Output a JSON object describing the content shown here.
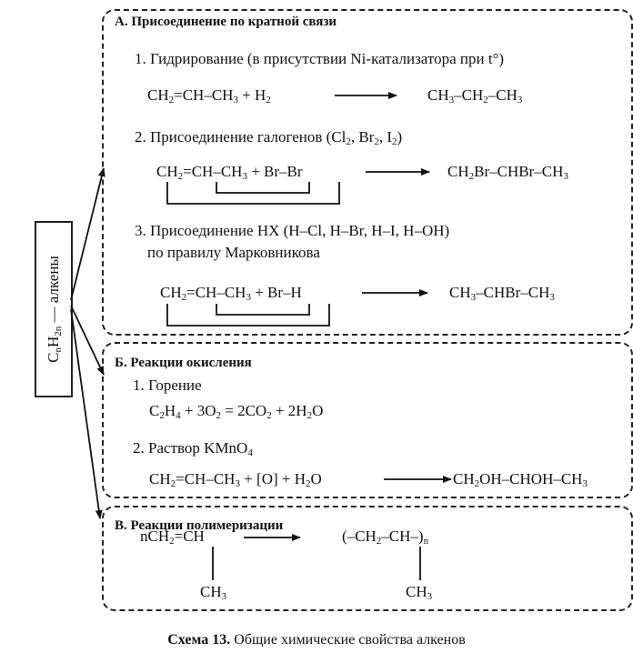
{
  "sidebar": {
    "C": "C",
    "n1": "n",
    "H": "H",
    "twon": "2n",
    "label": " — алкены"
  },
  "section_a": {
    "title": "А. Присоединение по кратной связи",
    "item1": {
      "title": "1. Гидрирование (в присутствии Ni-катализатора при t°)",
      "eq_left": [
        "CH",
        "2",
        "=CH–CH",
        "3",
        " + H",
        "2"
      ],
      "eq_right": [
        "CH",
        "3",
        "–CH",
        "2",
        "–CH",
        "3"
      ]
    },
    "item2": {
      "title_parts": [
        "2. Присоединение галогенов (Cl",
        "2",
        ", Br",
        "2",
        ", I",
        "2",
        ")"
      ],
      "eq_left": [
        "CH",
        "2",
        "=CH–CH",
        "3",
        " + Br–Br"
      ],
      "eq_right": [
        "CH",
        "2",
        "Br–CHBr–CH",
        "3"
      ]
    },
    "item3": {
      "title_line1": "3. Присоединение HX (H–Cl, H–Br, H–I, H–OH)",
      "title_line2": "по правилу Марковникова",
      "eq_left": [
        "CH",
        "2",
        "=CH–CH",
        "3",
        " + Br–H"
      ],
      "eq_right": [
        "CH",
        "3",
        "–CHBr–CH",
        "3"
      ]
    }
  },
  "section_b": {
    "title": "Б. Реакции окисления",
    "item1": {
      "title": "1. Горение",
      "eq": [
        "C",
        "2",
        "H",
        "4",
        " + 3O",
        "2",
        " = 2CO",
        "2",
        " + 2H",
        "2",
        "O"
      ]
    },
    "item2": {
      "title_parts": [
        "2. Раствор KMnO",
        "4"
      ],
      "eq_left": [
        "CH",
        "2",
        "=CH–CH",
        "3",
        " + [O] + H",
        "2",
        "O"
      ],
      "eq_right": [
        "CH",
        "2",
        "OH–CHOH–CH",
        "3"
      ]
    }
  },
  "section_c": {
    "title": "В. Реакции полимеризации",
    "monomer": [
      "nCH",
      "2",
      "=CH"
    ],
    "monomer_sub": [
      "CH",
      "3"
    ],
    "polymer": [
      "(–CH",
      "2",
      "–CH–)",
      "n"
    ],
    "polymer_sub": [
      "CH",
      "3"
    ]
  },
  "caption": {
    "bold": "Схема 13.",
    "rest": " Общие химические свойства алкенов"
  }
}
